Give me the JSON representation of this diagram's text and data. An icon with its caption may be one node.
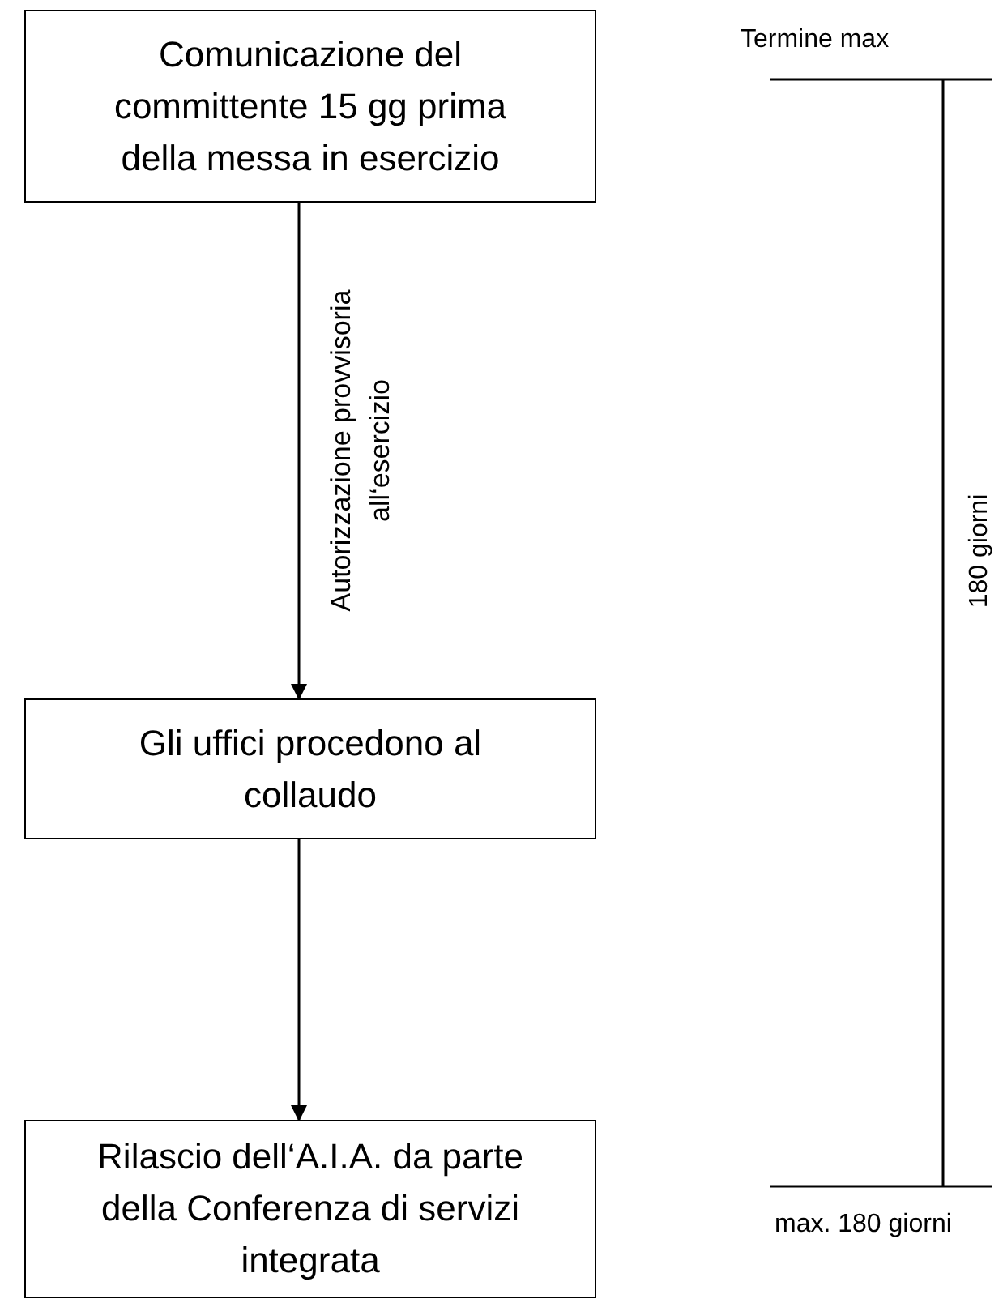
{
  "diagram": {
    "nodes": [
      {
        "text": [
          "Comunicazione del committente 15 gg prima della messa in esercizio"
        ]
      },
      {
        "text": [
          "Gli uffici procedono al collaudo"
        ]
      },
      {
        "text": [
          "Rilascio dell‘A.I.A. da parte della Conferenza di servizi integrata"
        ]
      }
    ],
    "edges": [
      {
        "from": 0,
        "to": 1,
        "arrow": "to",
        "label": "Autorizzazione provvisoria all‘esercizio"
      },
      {
        "from": 1,
        "to": 2,
        "arrow": "to"
      }
    ],
    "labels": [
      "Termine max",
      "180 giorni",
      "max. 180 giorni"
    ]
  }
}
